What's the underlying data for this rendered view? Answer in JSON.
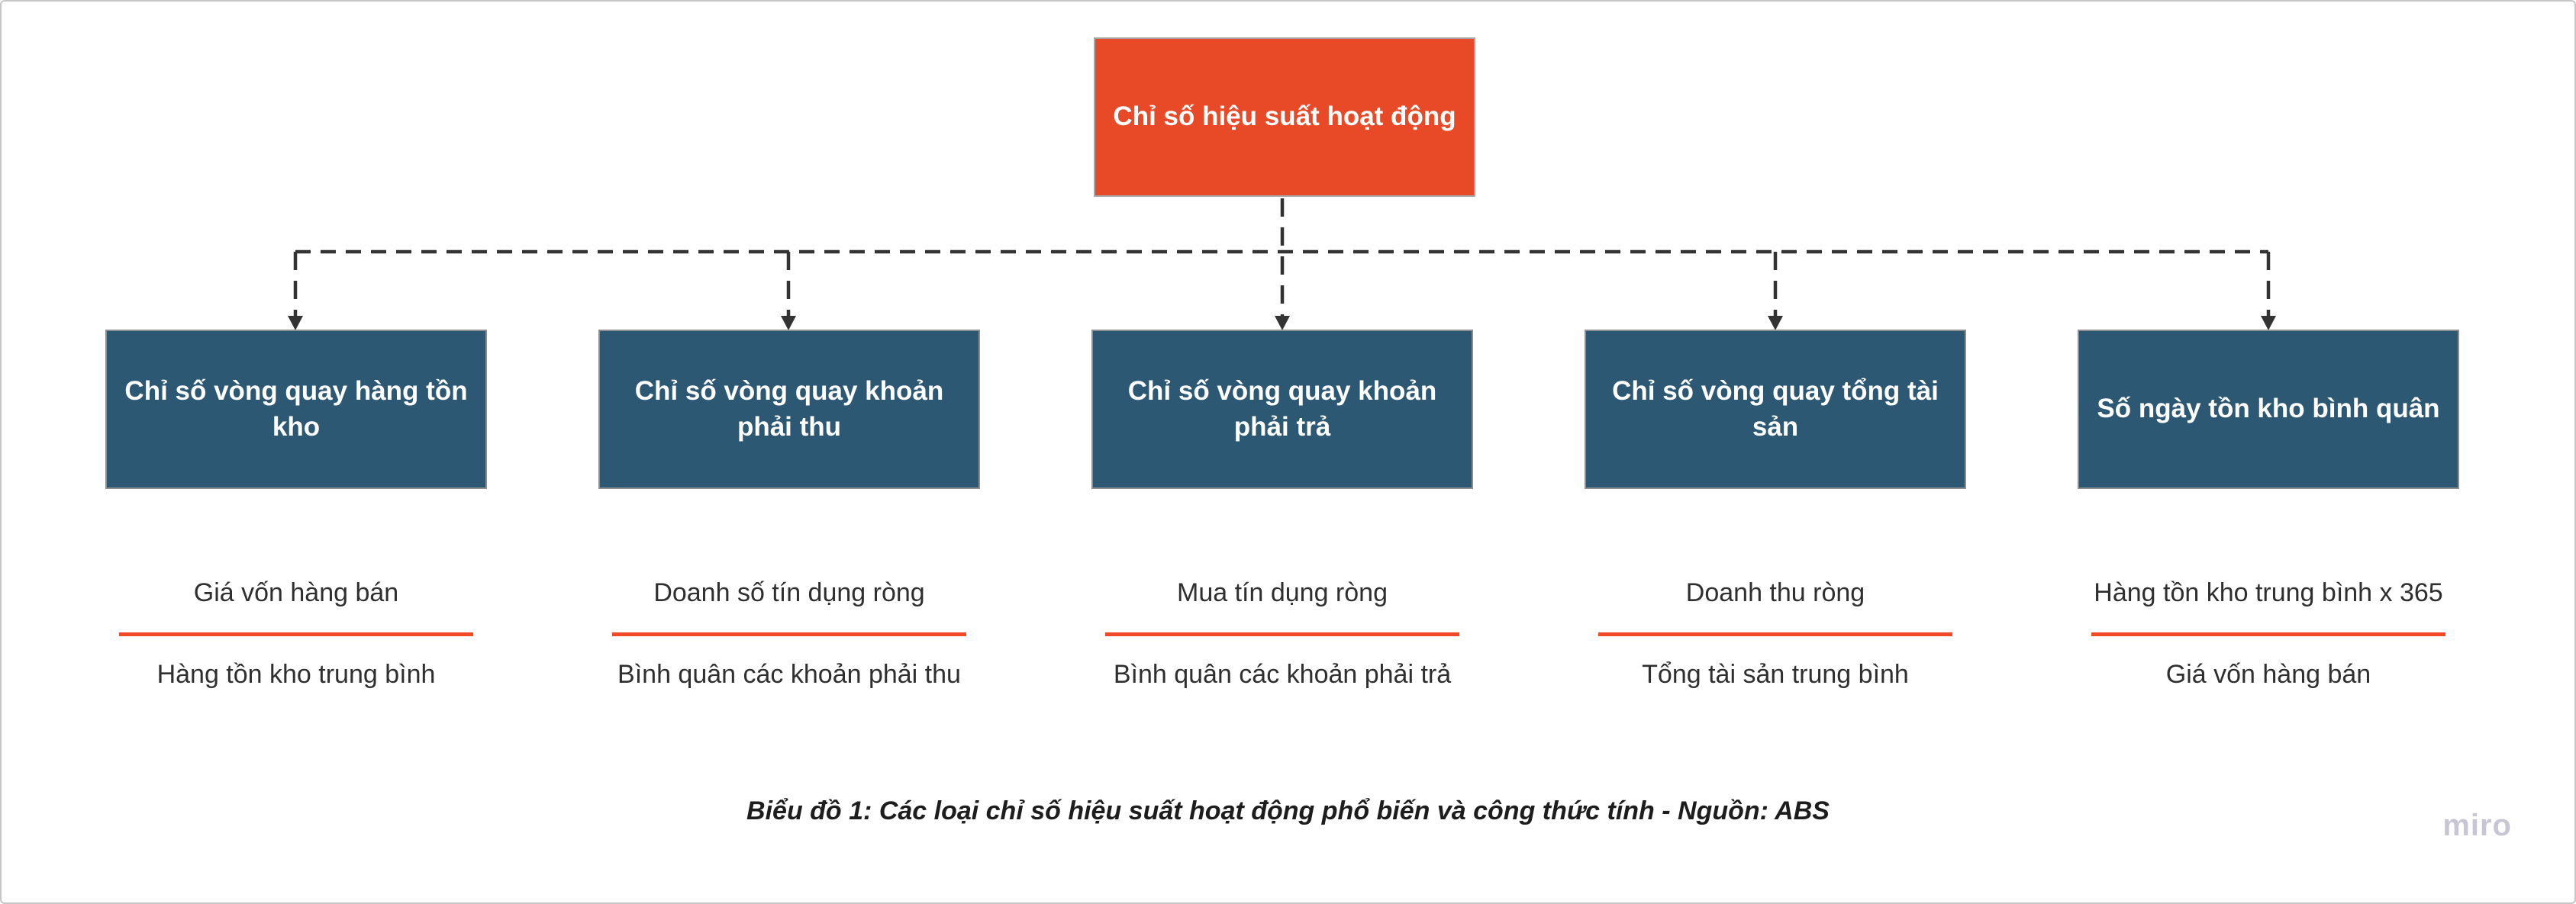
{
  "root": {
    "label": "Chỉ số hiệu suất hoạt động"
  },
  "branches": [
    {
      "title": "Chỉ số vòng quay hàng tồn kho",
      "numerator": "Giá vốn hàng bán",
      "denominator": "Hàng tồn kho trung bình"
    },
    {
      "title": "Chỉ số vòng quay khoản phải thu",
      "numerator": "Doanh số tín dụng ròng",
      "denominator": "Bình quân các khoản phải thu"
    },
    {
      "title": "Chỉ số vòng quay khoản phải trả",
      "numerator": "Mua tín dụng ròng",
      "denominator": "Bình quân các khoản phải trả"
    },
    {
      "title": "Chỉ số vòng quay tổng tài sản",
      "numerator": "Doanh thu ròng",
      "denominator": "Tổng tài sản trung bình"
    },
    {
      "title": "Số ngày tồn kho bình quân",
      "numerator": "Hàng tồn kho trung bình x 365",
      "denominator": "Giá vốn hàng bán"
    }
  ],
  "caption": "Biểu đồ 1: Các loại chỉ số hiệu suất hoạt động phổ biến và công thức tính - Nguồn: ABS",
  "watermark": "miro",
  "colors": {
    "root_fill": "#e84a28",
    "branch_fill": "#2d5873",
    "fraction_bar": "#f04a28",
    "connector": "#333333",
    "text_on_node": "#ffffff",
    "formula_text": "#2f2f2f",
    "watermark_text": "#c8c6d4"
  }
}
